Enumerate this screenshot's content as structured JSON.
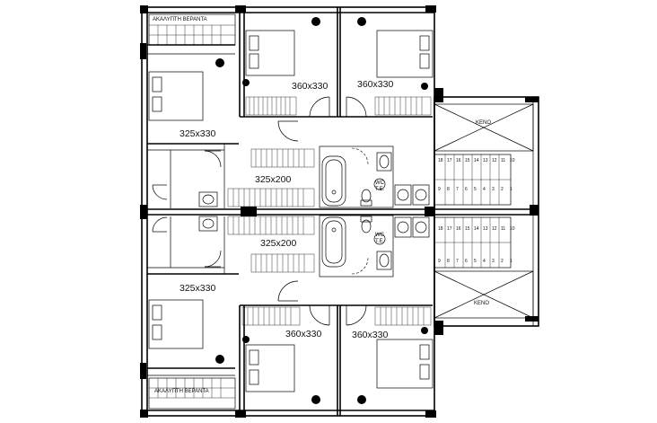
{
  "rooms": {
    "top_veranda": "ΑΚΑΛΥΠΤΗ ΒΕΡΑΝΤΑ",
    "bottom_veranda": "ΑΚΑΛΥΠΤΗ ΒΕΡΑΝΤΑ",
    "top_bed_left": "360x330",
    "top_bed_right": "360x330",
    "top_left_bed": "325x330",
    "top_wardrobe": "325x200",
    "bottom_wardrobe": "325x200",
    "bottom_left_bed": "325x330",
    "bottom_bed_left": "360x330",
    "bottom_bed_right": "360x330",
    "void_top": "KENO",
    "void_bottom": "KENO",
    "wc_top": "WC",
    "wc_top_sub": "T.E.",
    "wc_bottom": "WC",
    "wc_bottom_sub": "T.E."
  },
  "stairs": {
    "top_steps": [
      "18",
      "17",
      "16",
      "15",
      "14",
      "13",
      "12",
      "11",
      "10",
      "9",
      "8",
      "7",
      "6",
      "5",
      "4",
      "3",
      "2",
      "1"
    ],
    "bottom_steps": [
      "18",
      "17",
      "16",
      "15",
      "14",
      "13",
      "12",
      "11",
      "10",
      "9",
      "8",
      "7",
      "6",
      "5",
      "4",
      "3",
      "2",
      "1"
    ]
  }
}
